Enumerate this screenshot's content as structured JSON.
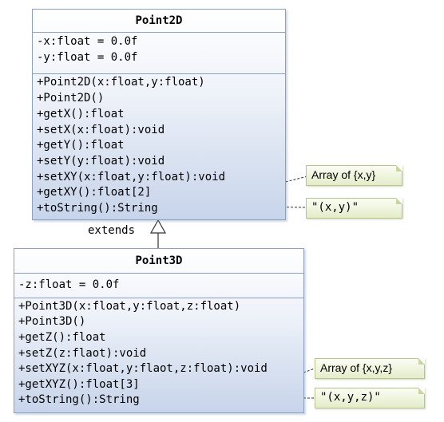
{
  "point2d": {
    "name": "Point2D",
    "fields": [
      "-x:float = 0.0f",
      "-y:float = 0.0f"
    ],
    "methods": [
      "+Point2D(x:float,y:float)",
      "+Point2D()",
      "+getX():float",
      "+setX(x:float):void",
      "+getY():float",
      "+setY(y:float):void",
      "+setXY(x:float,y:float):void",
      "+getXY():float[2]",
      "+toString():String"
    ]
  },
  "point3d": {
    "name": "Point3D",
    "fields": [
      "-z:float = 0.0f"
    ],
    "methods": [
      "+Point3D(x:float,y:float,z:float)",
      "+Point3D()",
      "+getZ():float",
      "+setZ(z:flaot):void",
      "+setXYZ(x:float,y:flaot,z:float):void",
      "+getXYZ():float[3]",
      "+toString():String"
    ]
  },
  "relation": {
    "label": "extends"
  },
  "notes": {
    "getxy": "Array of {x,y}",
    "tostring2d": "\"(x,y)\"",
    "getxyz": "Array of {x,y,z}",
    "tostring3d": "\"(x,y,z)\""
  },
  "colors": {
    "class_border": "#8aa0c4",
    "class_fill_bottom": "#c7d4ea",
    "note_fill": "#e4ecc9",
    "note_border": "#b8c68e"
  }
}
